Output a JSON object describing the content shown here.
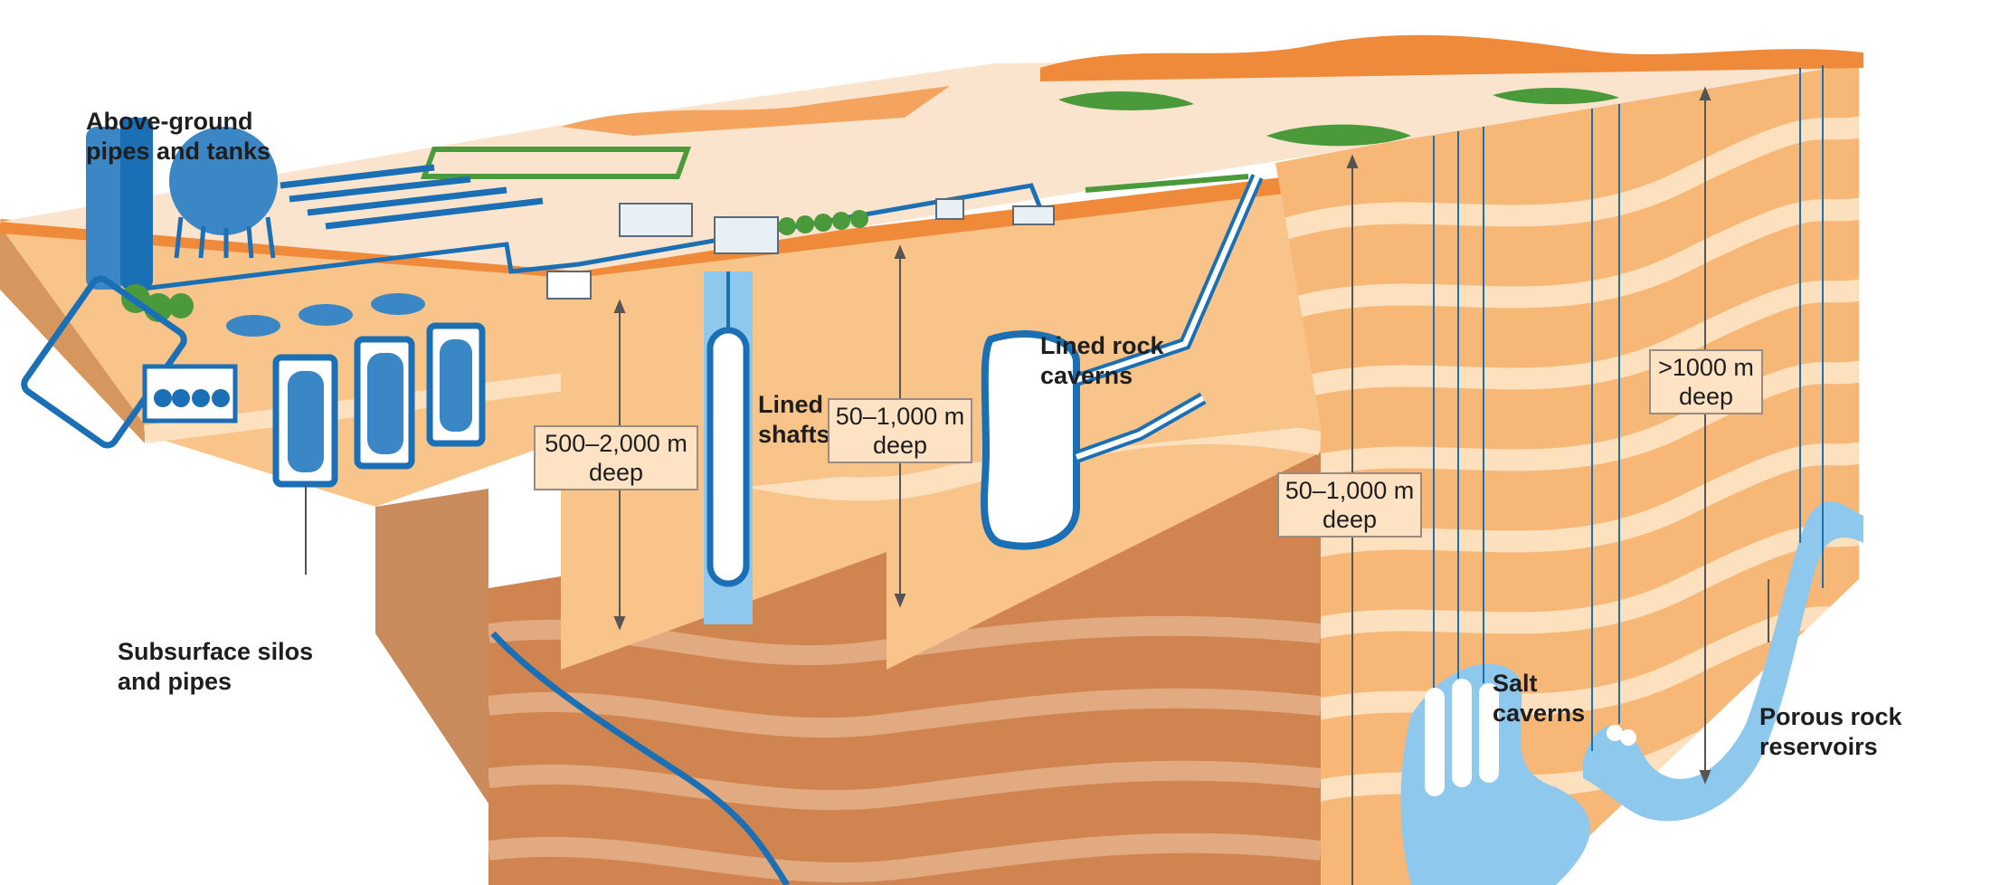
{
  "labels": {
    "above_ground": [
      "Above-ground",
      "pipes and tanks"
    ],
    "subsurface": [
      "Subsurface silos",
      "and pipes"
    ],
    "lined_shafts": [
      "Lined",
      "shafts"
    ],
    "lined_rock": [
      "Lined rock",
      "caverns"
    ],
    "salt": [
      "Salt",
      "caverns"
    ],
    "porous": [
      "Porous rock",
      "reservoirs"
    ]
  },
  "depths": {
    "shafts": [
      "500–2,000 m",
      "deep"
    ],
    "rock": [
      "50–1,000 m",
      "deep"
    ],
    "salt": [
      "50–1,000 m",
      "deep"
    ],
    "porous": [
      ">1000 m",
      "deep"
    ]
  },
  "colors": {
    "storage_blue": "#1a6fb5",
    "storage_light": "#8ec8ec",
    "sand": "#f8c48a",
    "sand_light": "#fde0bd",
    "deep_brown": "#c67a45",
    "orange": "#ef8a3a",
    "green": "#4a9a3c"
  }
}
